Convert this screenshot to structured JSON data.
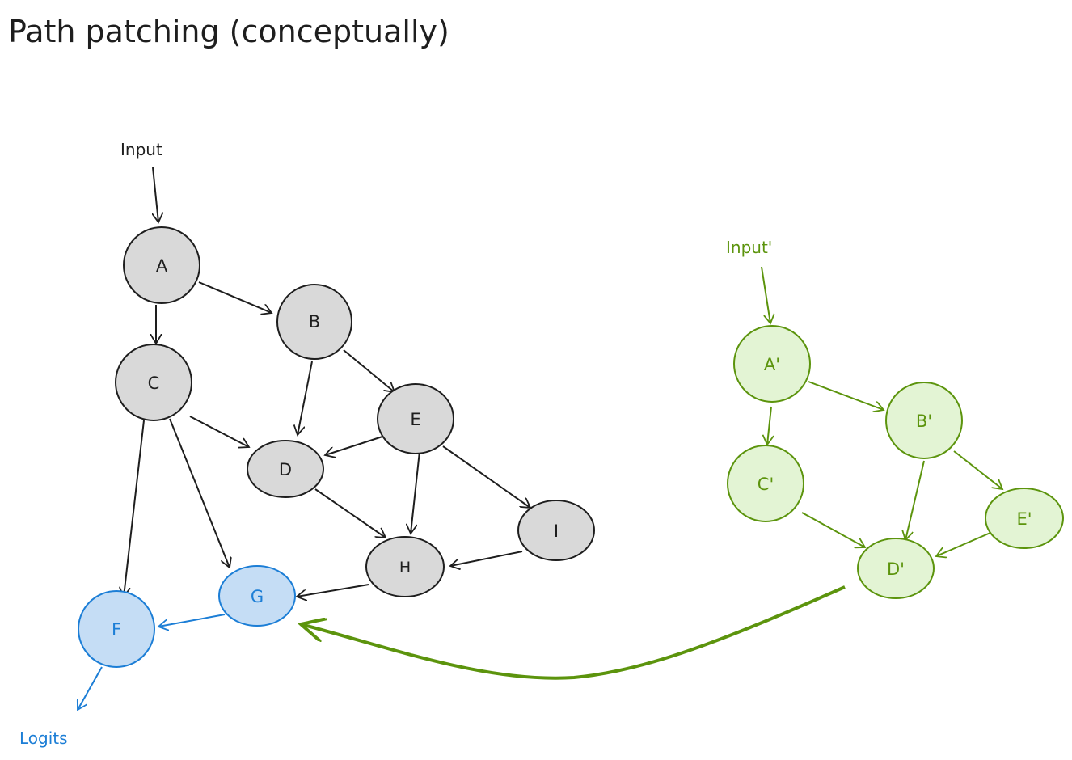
{
  "title": "Path patching (conceptually)",
  "colors": {
    "ink": "#1e1e1e",
    "gray_fill": "#d9d9d9",
    "blue_stroke": "#1c7ed6",
    "blue_fill": "#c5ddf5",
    "green_stroke": "#5c940d",
    "green_fill": "#e3f4d4"
  },
  "clean_graph": {
    "input_label": "Input",
    "output_label": "Logits",
    "nodes": {
      "A": "A",
      "B": "B",
      "C": "C",
      "D": "D",
      "E": "E",
      "F": "F",
      "G": "G",
      "H": "H",
      "I": "I"
    }
  },
  "corrupted_graph": {
    "input_label": "Input'",
    "nodes": {
      "A": "A'",
      "B": "B'",
      "C": "C'",
      "D": "D'",
      "E": "E'"
    }
  }
}
